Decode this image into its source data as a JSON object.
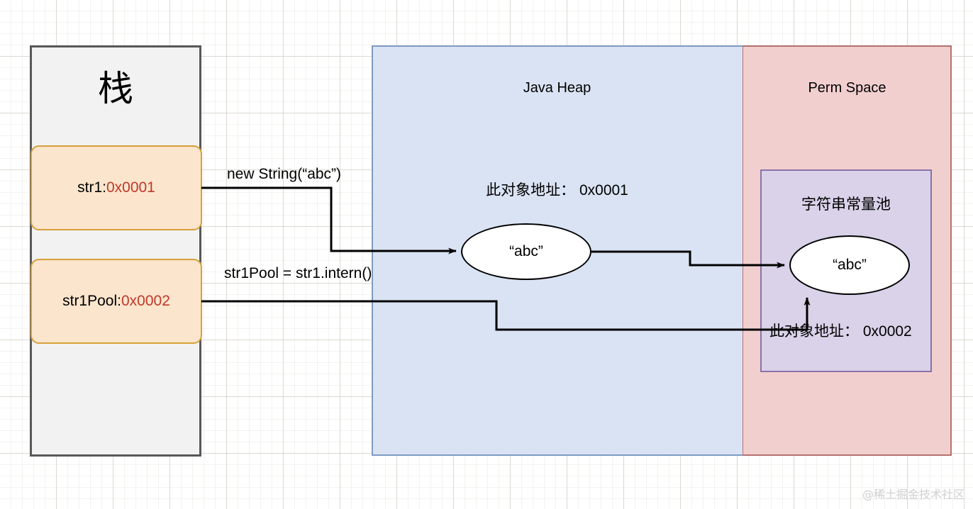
{
  "diagram": {
    "watermark": "@稀土掘金技术社区",
    "stack": {
      "title": "栈",
      "frames": [
        {
          "name": "str1:",
          "address": "0x0001"
        },
        {
          "name": "str1Pool:",
          "address": "0x0002"
        }
      ]
    },
    "heap": {
      "title": "Java  Heap",
      "object_address_label": "此对象地址： 0x0001",
      "object_value": "“abc”"
    },
    "perm": {
      "title": "Perm Space",
      "pool": {
        "title": "字符串常量池",
        "object_address_label": "此对象地址： 0x0002",
        "object_value": "“abc”"
      }
    },
    "edges": [
      {
        "label": "new String(“abc”)"
      },
      {
        "label": "str1Pool = str1.intern()"
      }
    ]
  },
  "colors": {
    "stack_fill": "#f2f2f2",
    "stack_border": "#585858",
    "frame_fill": "#fce5cd",
    "frame_border": "#d6a03a",
    "address_text": "#c0392b",
    "heap_fill": "#dae3f3",
    "heap_border": "#7f9bc4",
    "perm_fill": "#f2cfcf",
    "perm_border": "#b5726f",
    "pool_fill": "#d9d2e9",
    "pool_border": "#8a72a8",
    "edge_stroke": "#000000"
  }
}
